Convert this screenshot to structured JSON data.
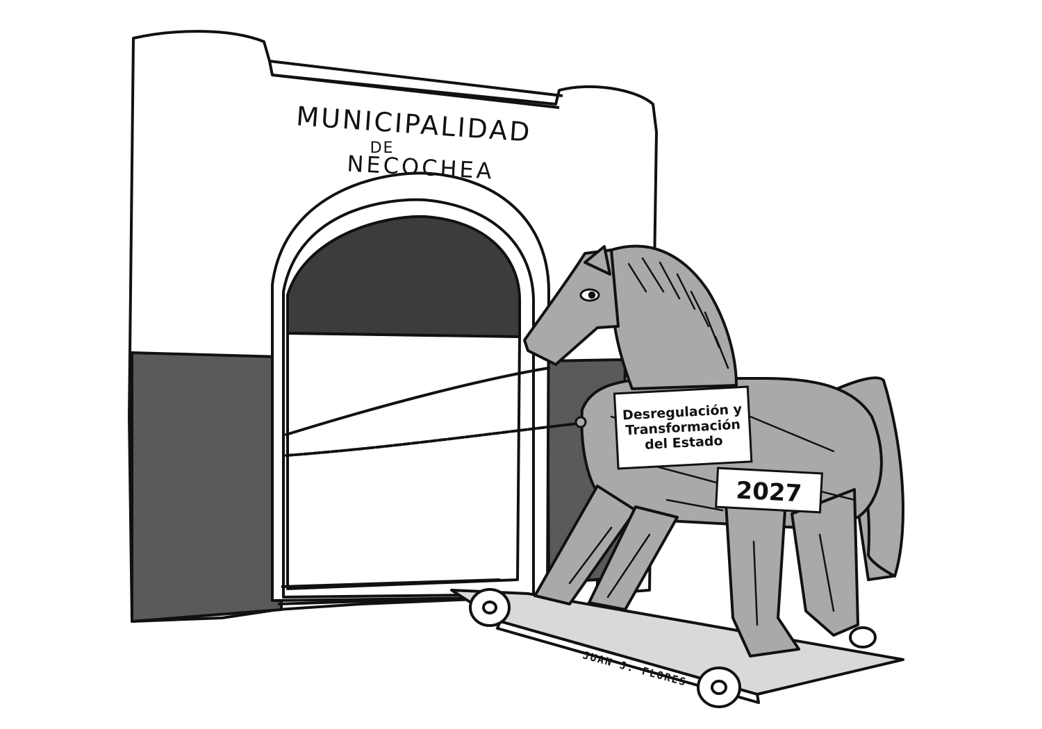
{
  "building": {
    "sign_line1": "MUNICIPALIDAD",
    "sign_line2": "DE",
    "sign_line3": "NECOCHEA"
  },
  "horse": {
    "sign_line1": "Desregulación y",
    "sign_line2": "Transformación",
    "sign_line3": "del Estado",
    "year": "2027"
  },
  "signature": "JUAN J. FLORES",
  "colors": {
    "ink": "#111111",
    "wall_dark": "#5a5a5a",
    "doorway_dark": "#3c3c3c",
    "horse_gray": "#a9a9a9",
    "platform": "#d9d9d9",
    "paper": "#ffffff"
  }
}
